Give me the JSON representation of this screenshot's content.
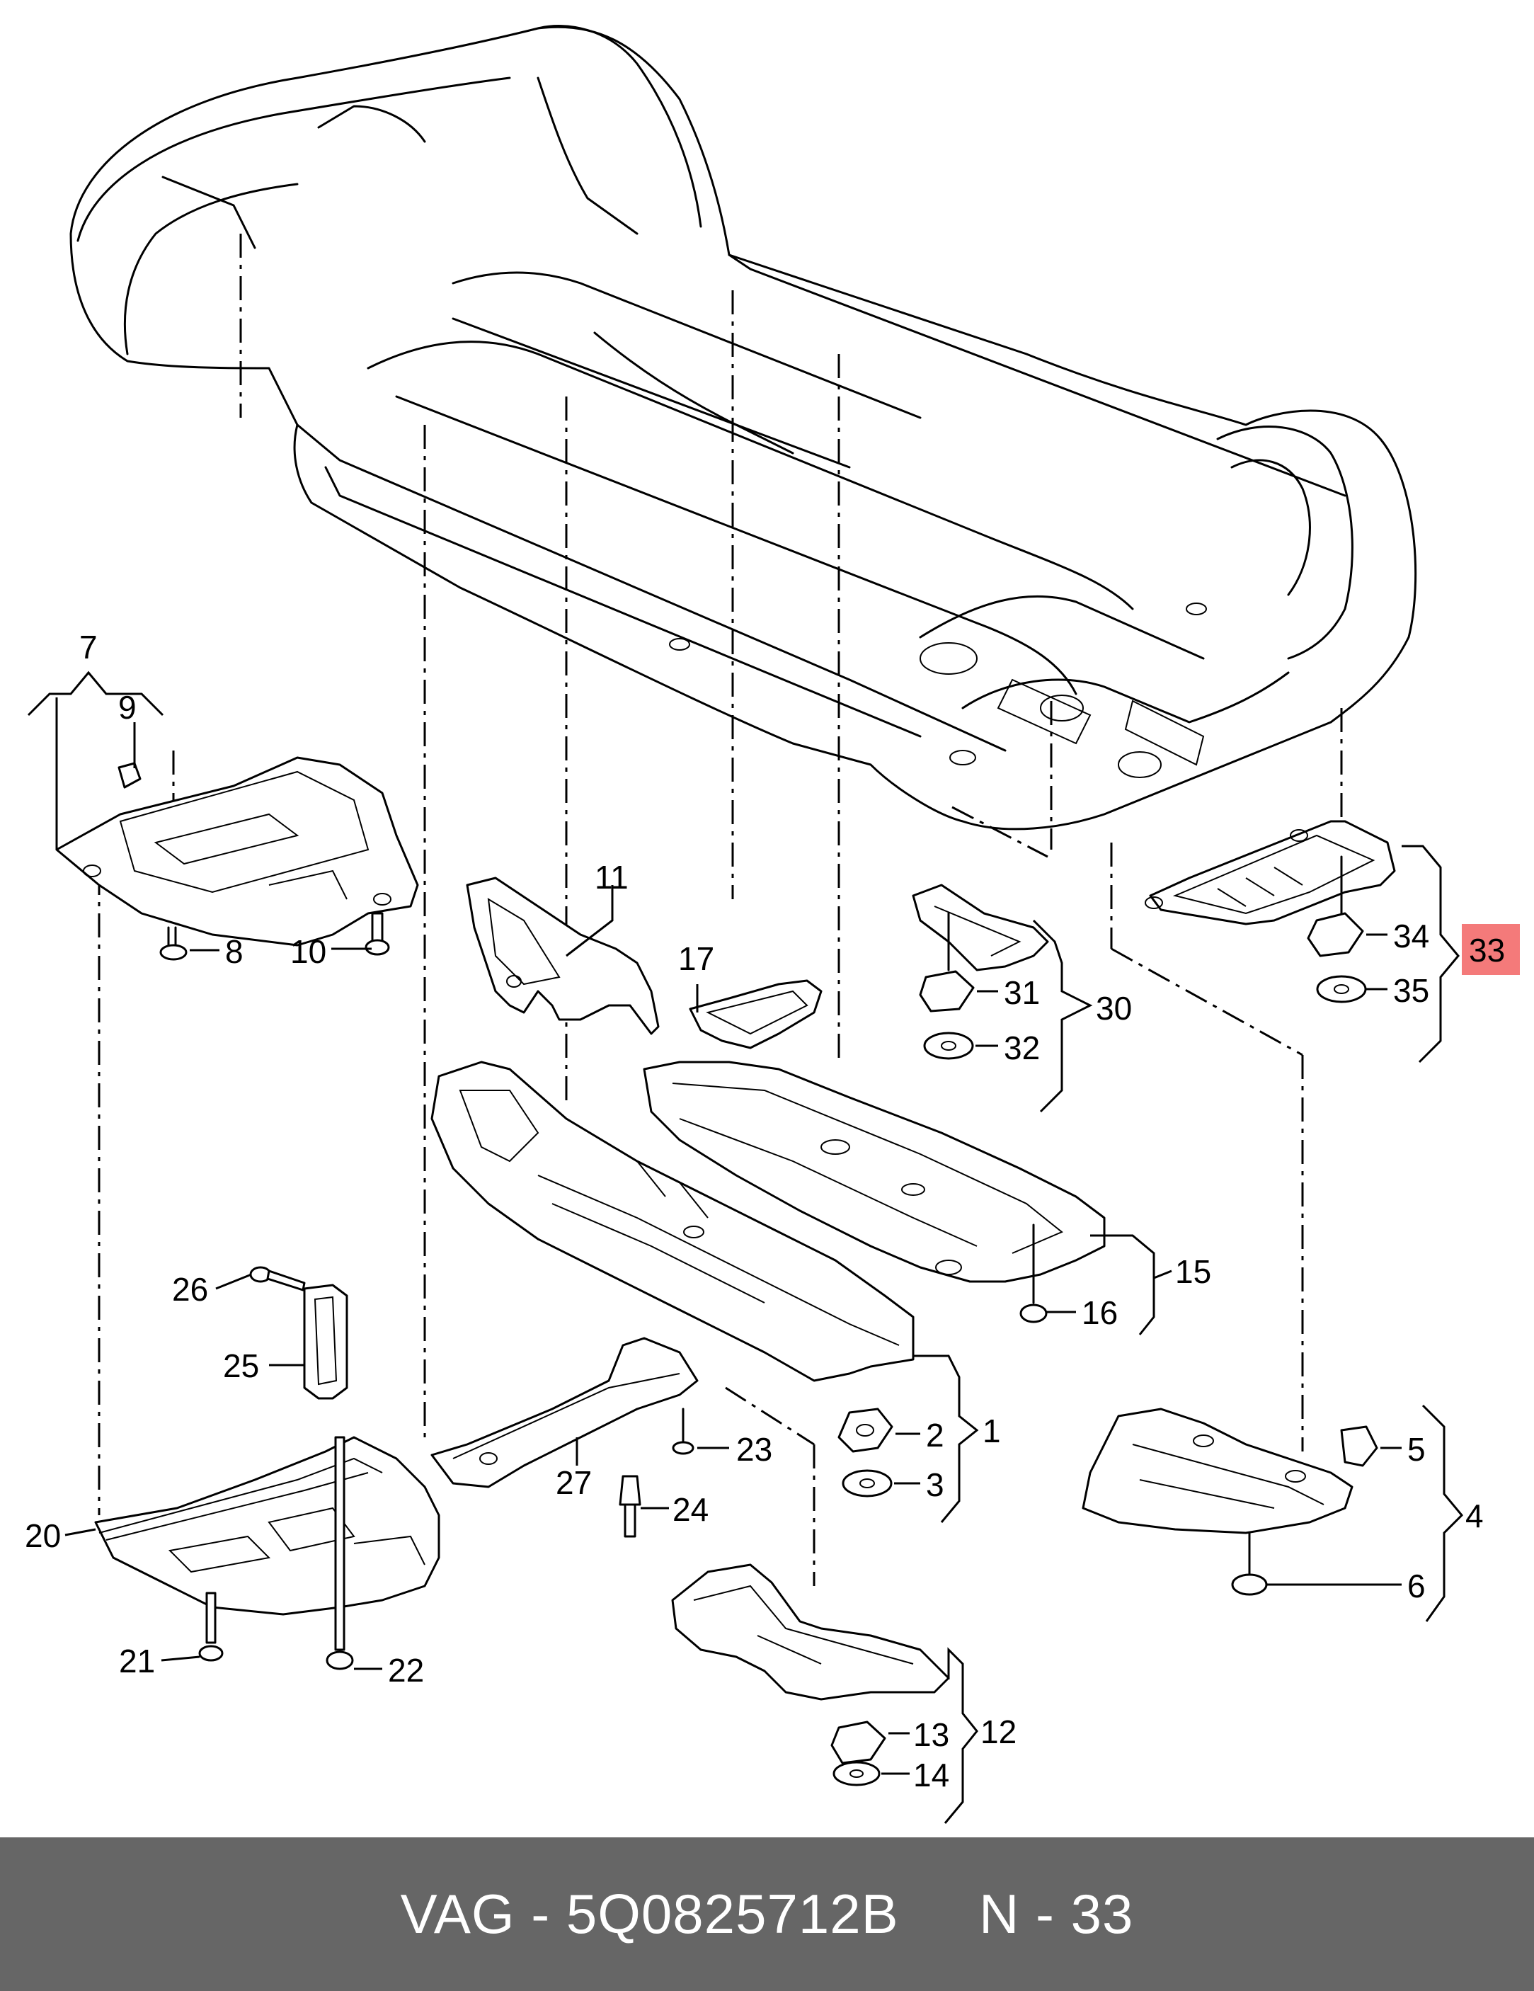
{
  "callouts": [
    {
      "id": "1",
      "text": "1"
    },
    {
      "id": "2",
      "text": "2"
    },
    {
      "id": "3",
      "text": "3"
    },
    {
      "id": "4",
      "text": "4"
    },
    {
      "id": "5",
      "text": "5"
    },
    {
      "id": "6",
      "text": "6"
    },
    {
      "id": "7",
      "text": "7"
    },
    {
      "id": "8",
      "text": "8"
    },
    {
      "id": "9",
      "text": "9"
    },
    {
      "id": "10",
      "text": "10"
    },
    {
      "id": "11",
      "text": "11"
    },
    {
      "id": "12",
      "text": "12"
    },
    {
      "id": "13",
      "text": "13"
    },
    {
      "id": "14",
      "text": "14"
    },
    {
      "id": "15",
      "text": "15"
    },
    {
      "id": "16",
      "text": "16"
    },
    {
      "id": "17",
      "text": "17"
    },
    {
      "id": "20",
      "text": "20"
    },
    {
      "id": "21",
      "text": "21"
    },
    {
      "id": "22",
      "text": "22"
    },
    {
      "id": "23",
      "text": "23"
    },
    {
      "id": "24",
      "text": "24"
    },
    {
      "id": "25",
      "text": "25"
    },
    {
      "id": "26",
      "text": "26"
    },
    {
      "id": "27",
      "text": "27"
    },
    {
      "id": "30",
      "text": "30"
    },
    {
      "id": "31",
      "text": "31"
    },
    {
      "id": "32",
      "text": "32"
    },
    {
      "id": "33",
      "text": "33"
    },
    {
      "id": "34",
      "text": "34"
    },
    {
      "id": "35",
      "text": "35"
    }
  ],
  "highlight": {
    "part": "33",
    "color": "#f47a7a"
  },
  "footer": {
    "text": "VAG - 5Q0825712B     N - 33",
    "background": "#666666",
    "color": "#ffffff"
  }
}
